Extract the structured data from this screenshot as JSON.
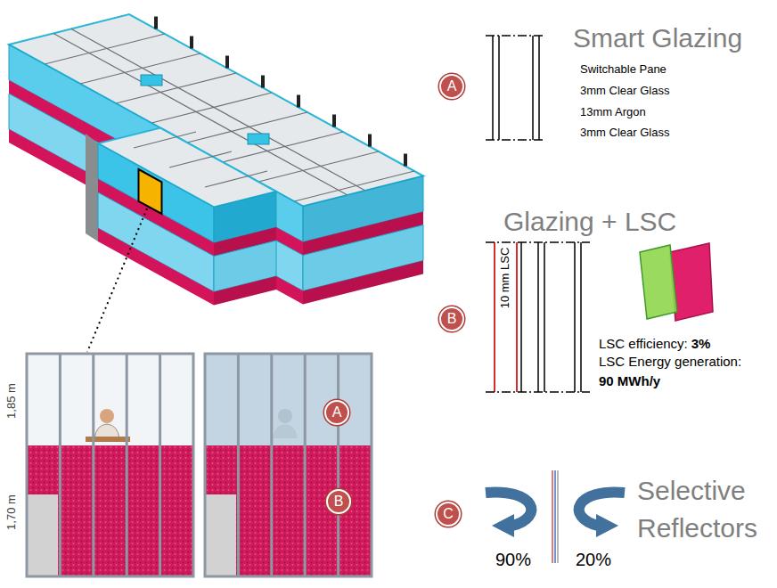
{
  "diagram": {
    "nodes": [
      {
        "text": [
          "A"
        ]
      },
      {
        "text": [
          "B"
        ]
      },
      {
        "text": [
          "A"
        ]
      },
      {
        "text": [
          "B"
        ]
      },
      {
        "text": [
          "C"
        ]
      }
    ],
    "labels": [
      "Smart Glazing",
      "Switchable Pane",
      "3mm Clear Glass",
      "13mm Argon",
      "3mm Clear Glass",
      "Glazing + LSC",
      "10 mm LSC",
      "LSC efficiency:",
      "3%",
      "LSC Energy generation:",
      "90 MWh/y",
      "1,85 m",
      "1,70 m",
      "Selective Reflectors",
      "90%",
      "20%"
    ]
  }
}
